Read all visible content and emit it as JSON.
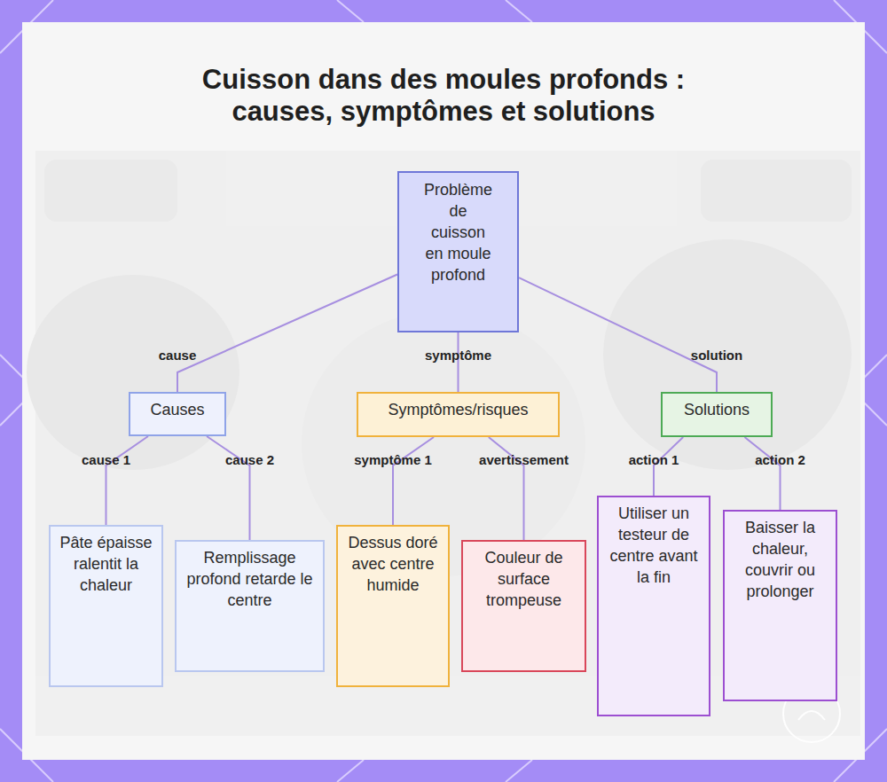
{
  "diagram": {
    "title": "Cuisson dans des moules profonds : causes, symptômes et solutions",
    "nodes": [
      {
        "text": [
          "Problème de cuisson en moule profond"
        ]
      },
      {
        "text": [
          "Causes"
        ]
      },
      {
        "text": [
          "Symptômes/risques"
        ]
      },
      {
        "text": [
          "Solutions"
        ]
      },
      {
        "text": [
          "Pâte épaisse ralentit la chaleur"
        ]
      },
      {
        "text": [
          "Remplissage profond retarde le centre"
        ]
      },
      {
        "text": [
          "Dessus doré avec centre humide"
        ]
      },
      {
        "text": [
          "Couleur de surface trompeuse"
        ]
      },
      {
        "text": [
          "Utiliser un testeur de centre avant la fin"
        ]
      },
      {
        "text": [
          "Baisser la chaleur, couvrir ou prolonger"
        ]
      }
    ],
    "edges": [
      {
        "from": 0,
        "to": 1,
        "label": "cause",
        "arrow": "none"
      },
      {
        "from": 0,
        "to": 2,
        "label": "symptôme",
        "arrow": "none"
      },
      {
        "from": 0,
        "to": 3,
        "label": "solution",
        "arrow": "none"
      },
      {
        "from": 1,
        "to": 4,
        "label": "cause 1",
        "arrow": "none"
      },
      {
        "from": 1,
        "to": 5,
        "label": "cause 2",
        "arrow": "none"
      },
      {
        "from": 2,
        "to": 6,
        "label": "symptôme 1",
        "arrow": "none"
      },
      {
        "from": 2,
        "to": 7,
        "label": "avertissement",
        "arrow": "none"
      },
      {
        "from": 3,
        "to": 8,
        "label": "action 1",
        "arrow": "none"
      },
      {
        "from": 3,
        "to": 9,
        "label": "action 2",
        "arrow": "none"
      }
    ]
  }
}
